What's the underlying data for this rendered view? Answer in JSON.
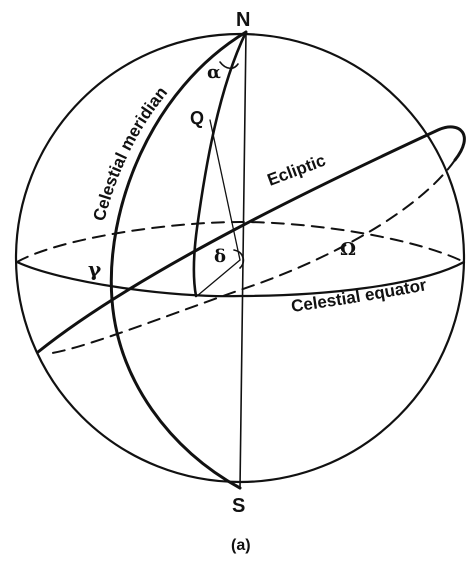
{
  "diagram": {
    "labels": {
      "north": "N",
      "south": "S",
      "alpha": "α",
      "star": "Q",
      "delta": "δ",
      "vernal_equinox": "γ",
      "node": "Ω",
      "ecliptic": "Ecliptic",
      "meridian": "Celestial meridian",
      "equator": "Celestial equator",
      "caption": "(a)"
    }
  }
}
